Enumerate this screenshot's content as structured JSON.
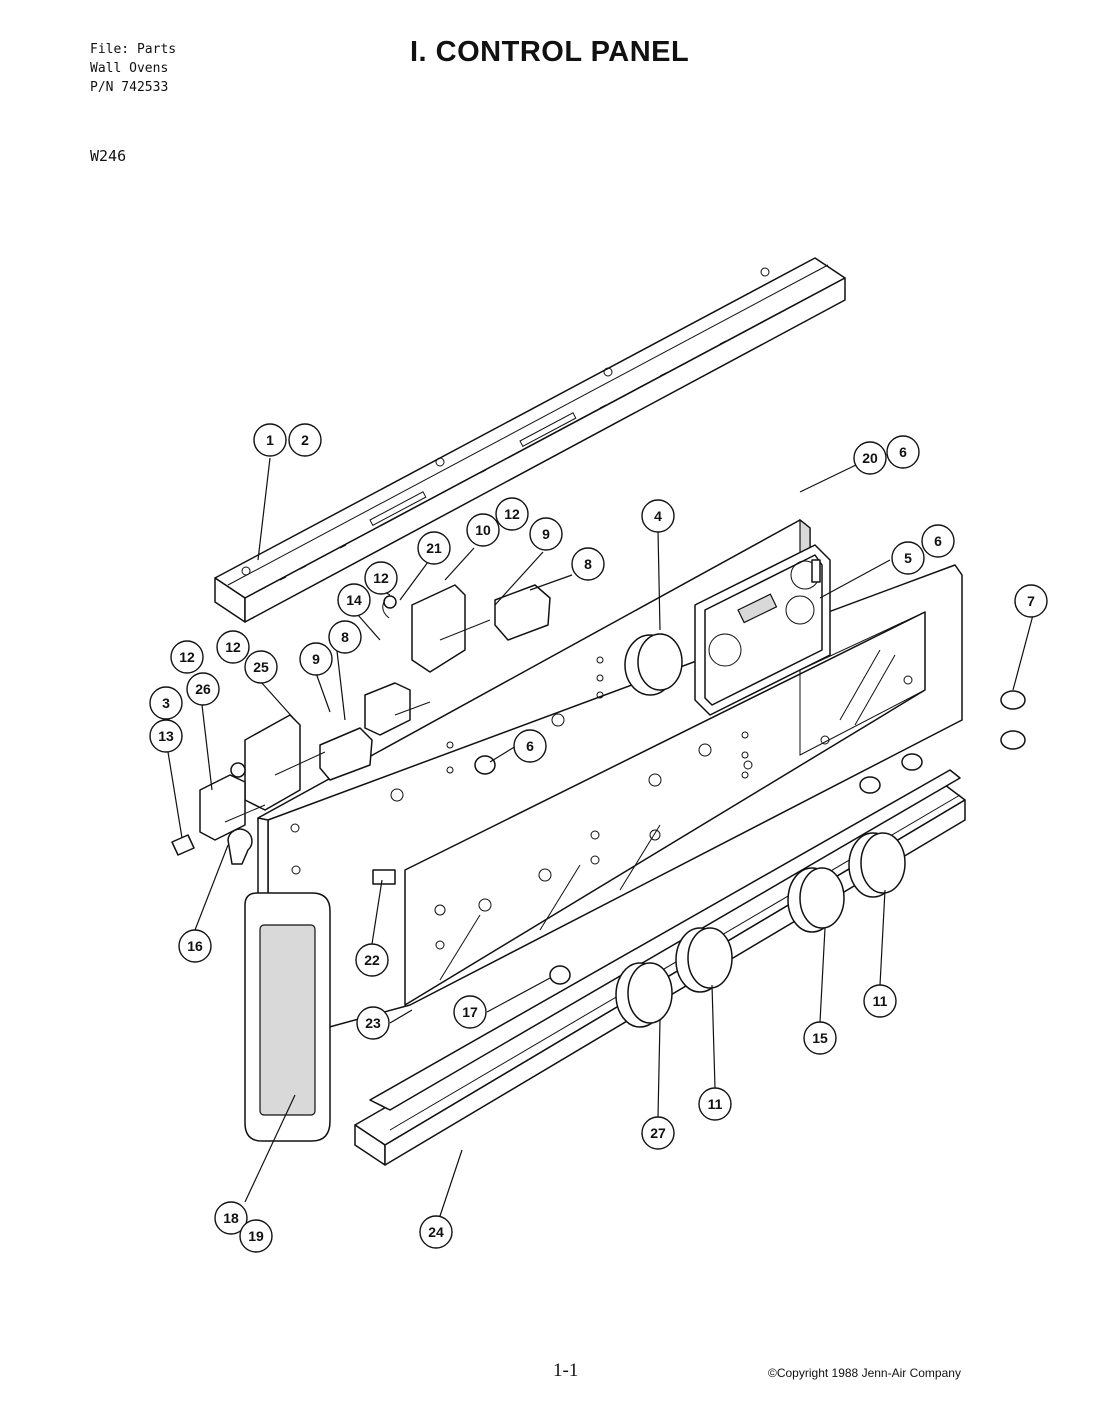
{
  "header": {
    "file_line": "File: Parts",
    "product_line": "Wall Ovens",
    "part_number_line": "P/N 742533",
    "model": "W246"
  },
  "title": "I. CONTROL PANEL",
  "footer": {
    "page_number": "1-1",
    "copyright": "©Copyright 1988 Jenn-Air Company"
  },
  "callouts": [
    {
      "id": "c1",
      "label": "1"
    },
    {
      "id": "c2",
      "label": "2"
    },
    {
      "id": "c20",
      "label": "20"
    },
    {
      "id": "c6a",
      "label": "6"
    },
    {
      "id": "c4",
      "label": "4"
    },
    {
      "id": "c10",
      "label": "10"
    },
    {
      "id": "c12a",
      "label": "12"
    },
    {
      "id": "c9a",
      "label": "9"
    },
    {
      "id": "c21",
      "label": "21"
    },
    {
      "id": "c8a",
      "label": "8"
    },
    {
      "id": "c12b",
      "label": "12"
    },
    {
      "id": "c14",
      "label": "14"
    },
    {
      "id": "c5",
      "label": "5"
    },
    {
      "id": "c6b",
      "label": "6"
    },
    {
      "id": "c7",
      "label": "7"
    },
    {
      "id": "c12c",
      "label": "12"
    },
    {
      "id": "c12d",
      "label": "12"
    },
    {
      "id": "c25",
      "label": "25"
    },
    {
      "id": "c9b",
      "label": "9"
    },
    {
      "id": "c8b",
      "label": "8"
    },
    {
      "id": "c26",
      "label": "26"
    },
    {
      "id": "c3",
      "label": "3"
    },
    {
      "id": "c13",
      "label": "13"
    },
    {
      "id": "c6c",
      "label": "6"
    },
    {
      "id": "c16",
      "label": "16"
    },
    {
      "id": "c22",
      "label": "22"
    },
    {
      "id": "c23",
      "label": "23"
    },
    {
      "id": "c17",
      "label": "17"
    },
    {
      "id": "c11a",
      "label": "11"
    },
    {
      "id": "c15",
      "label": "15"
    },
    {
      "id": "c11b",
      "label": "11"
    },
    {
      "id": "c27",
      "label": "27"
    },
    {
      "id": "c18",
      "label": "18"
    },
    {
      "id": "c19",
      "label": "19"
    },
    {
      "id": "c24",
      "label": "24"
    }
  ]
}
